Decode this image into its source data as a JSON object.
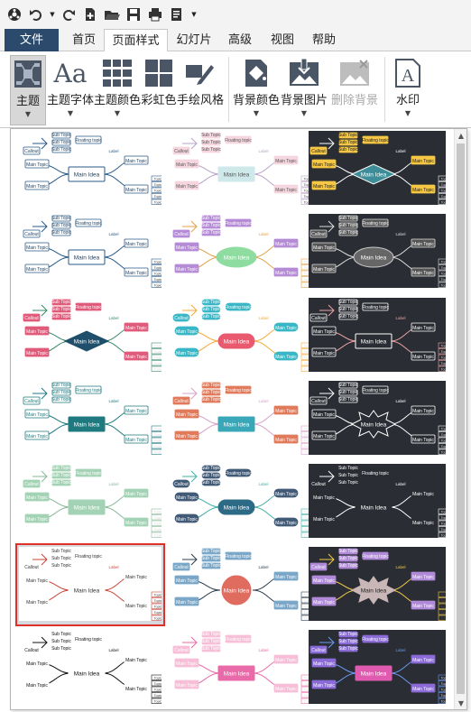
{
  "colors": {
    "file_tab": "#2b4a6c",
    "selected": "#e0302a",
    "dark_thumb": "#2a2d33"
  },
  "quick_access": [
    {
      "name": "app-logo-icon"
    },
    {
      "name": "undo-icon"
    },
    {
      "name": "redo-icon"
    },
    {
      "name": "new-file-icon"
    },
    {
      "name": "open-icon"
    },
    {
      "name": "save-icon"
    },
    {
      "name": "print-icon"
    },
    {
      "name": "export-icon"
    },
    {
      "name": "customize-icon"
    }
  ],
  "tabs": {
    "file": "文件",
    "home": "首页",
    "page_style": "页面样式",
    "slides": "幻灯片",
    "advanced": "高级",
    "view": "视图",
    "help": "帮助"
  },
  "ribbon": {
    "theme": "主题",
    "theme_font": "主题字体",
    "theme_color": "主题颜色",
    "rainbow": "彩虹色",
    "hand_drawn": "手绘风格",
    "bg_color": "背景颜色",
    "bg_image": "背景图片",
    "del_bg": "删除背景",
    "watermark": "水印",
    "font_glyph": "Aa",
    "wm_glyph": "A"
  },
  "thumb_text": {
    "main_idea": "Main Idea",
    "main_topic": "Main Topic",
    "sub_topic": "Sub Topic",
    "floating": "Floating topic",
    "callout": "Callout",
    "label": "Label",
    "topic": "Topic"
  },
  "gallery": {
    "selected_index": 15,
    "themes": [
      {
        "style": "blue-outline"
      },
      {
        "style": "pastel-colors"
      },
      {
        "style": "dark-teal"
      },
      {
        "style": "blue-outline-2"
      },
      {
        "style": "cloud-rainbow"
      },
      {
        "style": "dark-cloud"
      },
      {
        "style": "diamond-dark"
      },
      {
        "style": "colorful-round"
      },
      {
        "style": "dark-white"
      },
      {
        "style": "teal-plain"
      },
      {
        "style": "teal-colors"
      },
      {
        "style": "dark-burst"
      },
      {
        "style": "green-soft"
      },
      {
        "style": "blue-dark-nodes"
      },
      {
        "style": "dark-plain"
      },
      {
        "style": "red-grey"
      },
      {
        "style": "red-circle"
      },
      {
        "style": "dark-rainbow"
      },
      {
        "style": "black-white"
      },
      {
        "style": "pink-magenta"
      },
      {
        "style": "dark-purple"
      }
    ]
  }
}
